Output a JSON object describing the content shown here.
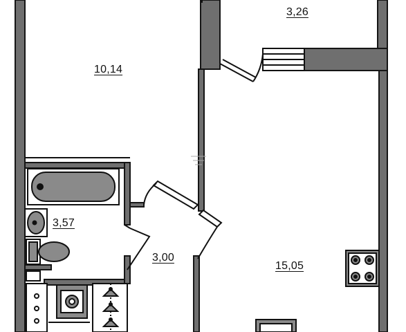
{
  "rooms": [
    {
      "id": "room",
      "area": "10,14"
    },
    {
      "id": "balcony",
      "area": "3,26"
    },
    {
      "id": "bathroom",
      "area": "3,57"
    },
    {
      "id": "hallway",
      "area": "3,00"
    },
    {
      "id": "kitchen-living",
      "area": "15,05"
    }
  ],
  "colors": {
    "wall": "#6f6f6f",
    "wall_outline": "#151515",
    "fixture": "#8a8a8a",
    "line": "#111111",
    "background": "#ffffff"
  },
  "icons": [
    "bathtub-icon",
    "sink-icon",
    "toilet-icon",
    "washing-machine-icon",
    "hanger-icon",
    "stove-icon",
    "radiator-icon",
    "window-icon",
    "door-icon"
  ]
}
